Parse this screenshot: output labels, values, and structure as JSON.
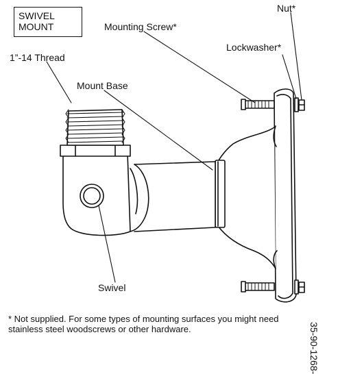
{
  "title": {
    "line1": "SWIVEL",
    "line2": "MOUNT"
  },
  "labels": {
    "thread": "1”-14 Thread",
    "mounting_screw": "Mounting Screw*",
    "nut": "Nut*",
    "lockwasher": "Lockwasher*",
    "mount_base": "Mount Base",
    "swivel": "Swivel"
  },
  "footnote": {
    "line1": "* Not supplied. For some types of mounting surfaces you might need",
    "line2": "stainless steel woodscrews or other hardware."
  },
  "doc_number": "35-90-1268-"
}
